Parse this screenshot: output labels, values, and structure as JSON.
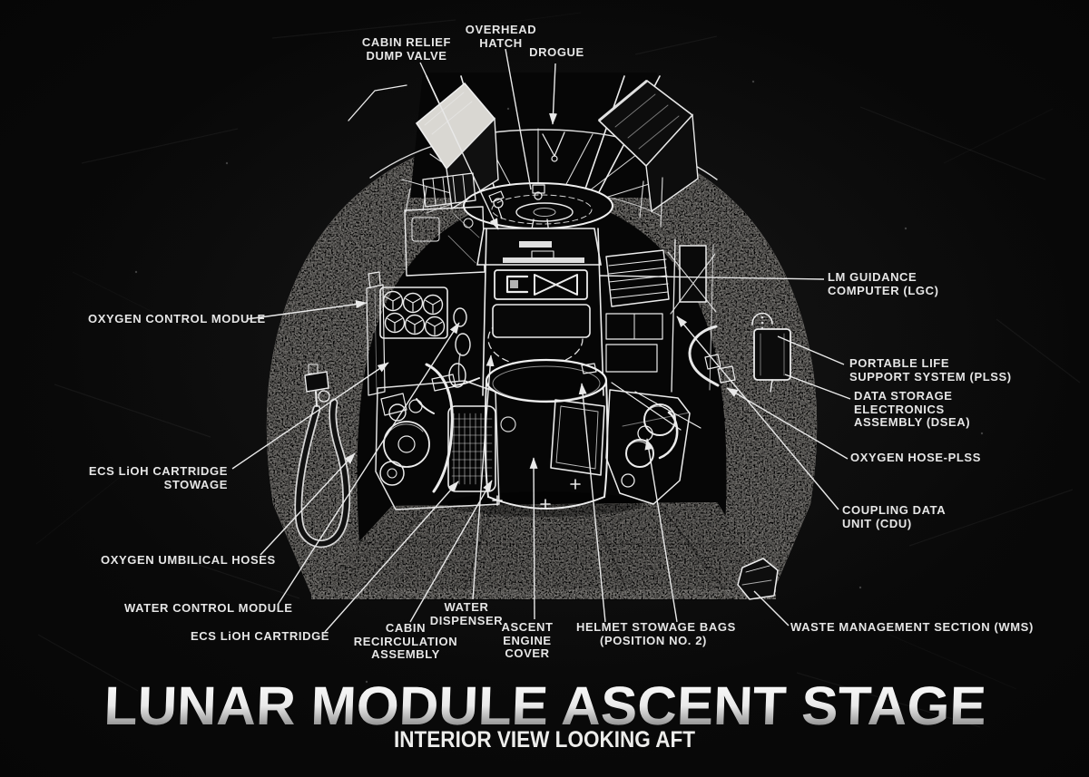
{
  "page": {
    "title": "LUNAR MODULE ASCENT STAGE",
    "subtitle": "INTERIOR VIEW LOOKING AFT"
  },
  "colors": {
    "background": "#060606",
    "shell_gray": "#b4b1ac",
    "floor_gray": "#aaa7a2",
    "front_strip_gray": "#c0bdb8",
    "line_art": "#ececec",
    "label_text": "#e6e6e6",
    "title_gradient_top": "#ffffff",
    "title_gradient_bottom": "#8c8c8c"
  },
  "diagram": {
    "name": "LM ascent stage interior cutaway, looking aft",
    "labels": [
      {
        "id": "cabin-relief-dump-valve",
        "lines": [
          "CABIN RELIEF",
          "DUMP VALVE"
        ]
      },
      {
        "id": "overhead-hatch",
        "lines": [
          "OVERHEAD",
          "HATCH"
        ]
      },
      {
        "id": "drogue",
        "lines": [
          "DROGUE"
        ]
      },
      {
        "id": "lm-guidance-computer",
        "lines": [
          "LM GUIDANCE",
          "COMPUTER (LGC)"
        ]
      },
      {
        "id": "oxygen-control-module",
        "lines": [
          "OXYGEN CONTROL MODULE"
        ]
      },
      {
        "id": "portable-life-support-system",
        "lines": [
          "PORTABLE LIFE",
          "SUPPORT SYSTEM (PLSS)"
        ]
      },
      {
        "id": "data-storage-electronics-assembly",
        "lines": [
          "DATA STORAGE",
          "ELECTRONICS",
          "ASSEMBLY (DSEA)"
        ]
      },
      {
        "id": "oxygen-hose-plss",
        "lines": [
          "OXYGEN HOSE-PLSS"
        ]
      },
      {
        "id": "coupling-data-unit",
        "lines": [
          "COUPLING DATA",
          "UNIT (CDU)"
        ]
      },
      {
        "id": "ecs-lioh-cartridge-stowage",
        "lines": [
          "ECS LiOH CARTRIDGE",
          "STOWAGE"
        ]
      },
      {
        "id": "oxygen-umbilical-hoses",
        "lines": [
          "OXYGEN UMBILICAL HOSES"
        ]
      },
      {
        "id": "water-control-module",
        "lines": [
          "WATER CONTROL MODULE"
        ]
      },
      {
        "id": "ecs-lioh-cartridge",
        "lines": [
          "ECS LiOH CARTRIDGE"
        ]
      },
      {
        "id": "cabin-recirculation-assembly",
        "lines": [
          "CABIN",
          "RECIRCULATION",
          "ASSEMBLY"
        ]
      },
      {
        "id": "water-dispenser",
        "lines": [
          "WATER",
          "DISPENSER"
        ]
      },
      {
        "id": "ascent-engine-cover",
        "lines": [
          "ASCENT",
          "ENGINE",
          "COVER"
        ]
      },
      {
        "id": "helmet-stowage-bags",
        "lines": [
          "HELMET STOWAGE BAGS",
          "(POSITION NO. 2)"
        ]
      },
      {
        "id": "waste-management-section",
        "lines": [
          "WASTE MANAGEMENT SECTION (WMS)"
        ]
      }
    ]
  }
}
